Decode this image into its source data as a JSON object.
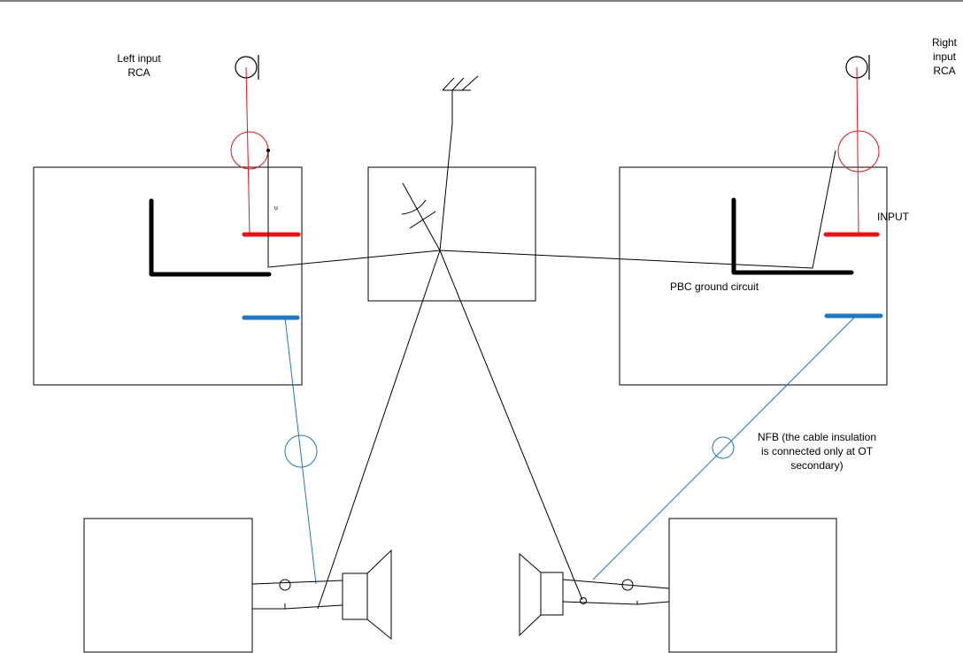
{
  "labels": {
    "left_input": "Left input\nRCA",
    "right_input": "Right\ninput\nRCA",
    "input": "INPUT",
    "pcb_ground": "PBC ground circuit",
    "nfb_note": "NFB (the cable insulation\nis connected only at OT\nsecondary)",
    "u_mark": "u"
  },
  "colors": {
    "signal_red": "#e8141b",
    "nfb_blue": "#1f78c1",
    "wire_black": "#000000"
  }
}
